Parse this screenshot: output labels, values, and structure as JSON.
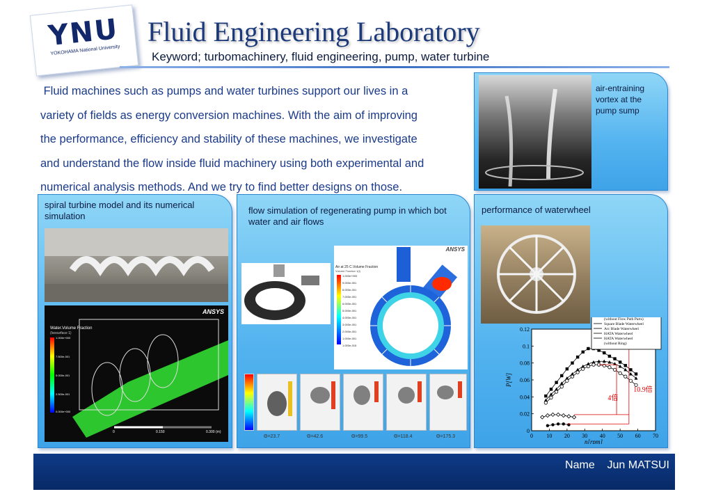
{
  "header": {
    "logo_text": "YNU",
    "logo_subtitle": "YOKOHAMA National University",
    "title": "Fluid Engineering Laboratory",
    "keywords": "Keyword;  turbomachinery, fluid engineering, pump, water turbine"
  },
  "intro": {
    "lines": [
      " Fluid machines such as pumps and water turbines support our lives in a",
      "variety of fields as energy conversion machines. With the aim of improving",
      "the performance, efficiency and stability of these machines, we investigate",
      "and understand the flow inside fluid machinery using both experimental and",
      "numerical analysis methods.  And we try to find better designs on those."
    ]
  },
  "panels": {
    "vortex": {
      "title": "air-entraining vortex at the pump sump"
    },
    "spiral": {
      "title": "spiral turbine model and its numerical simulation",
      "ansys": "ANSYS",
      "legend_title": "Water.Volume Fraction",
      "legend_sub": "(Isosurface 1)",
      "legend_values": [
        "1.000e+000",
        "7.500e-001",
        "5.000e-001",
        "2.500e-001",
        "0.000e+000"
      ],
      "scale_ticks": [
        "0",
        "0.150",
        "0.300"
      ],
      "scale_unit": "(m)"
    },
    "pump": {
      "title": "flow simulation of regenerating pump in which bot water and air  flows",
      "ansys": "ANSYS",
      "legend_title": "Air at 25 C.Volume Fraction",
      "legend_sub": "Volume Fraction 1(t)",
      "legend_values": [
        "1.000e+000",
        "9.000e-001",
        "8.000e-001",
        "7.000e-001",
        "6.000e-001",
        "5.000e-001",
        "4.000e-001",
        "3.000e-001",
        "2.000e-001",
        "1.000e-001",
        "1.000e-015"
      ],
      "theta_labels": [
        "Θ=23.7",
        "Θ=42.6",
        "Θ=99.5",
        "Θ=118.4",
        "Θ=175.3"
      ]
    },
    "waterwheel": {
      "title": "performance of waterwheel"
    }
  },
  "chart_data": {
    "type": "line",
    "title": "",
    "xlabel": "n[rpm]",
    "ylabel": "P[W]",
    "xlim": [
      0,
      70
    ],
    "ylim": [
      0,
      0.12
    ],
    "xticks": [
      0,
      10,
      20,
      30,
      40,
      50,
      60,
      70
    ],
    "yticks": [
      0,
      0.02,
      0.04,
      0.06,
      0.08,
      0.1,
      0.12
    ],
    "grid": false,
    "legend_position": "top-right",
    "series": [
      {
        "name": "Square Blade Waterwheel (without Flow Path Parts)",
        "marker": "filled-circle",
        "x": [
          9,
          12,
          15,
          18,
          21
        ],
        "y": [
          0.006,
          0.007,
          0.008,
          0.008,
          0.007
        ]
      },
      {
        "name": "Square Blade Waterwheel",
        "marker": "filled-triangle",
        "x": [
          8,
          11,
          14,
          17,
          20,
          23,
          26,
          29,
          32,
          35,
          38,
          41,
          44,
          47,
          50,
          53,
          56,
          59
        ],
        "y": [
          0.036,
          0.043,
          0.049,
          0.056,
          0.062,
          0.067,
          0.072,
          0.076,
          0.079,
          0.081,
          0.082,
          0.082,
          0.081,
          0.079,
          0.076,
          0.072,
          0.067,
          0.062
        ]
      },
      {
        "name": "Arc Blade Waterwheel",
        "marker": "filled-square",
        "x": [
          8,
          11,
          14,
          17,
          20,
          23,
          26,
          29,
          32,
          35,
          38,
          41,
          44,
          47,
          50,
          53,
          56,
          59
        ],
        "y": [
          0.041,
          0.049,
          0.057,
          0.065,
          0.073,
          0.08,
          0.087,
          0.093,
          0.097,
          0.097,
          0.095,
          0.092,
          0.088,
          0.085,
          0.081,
          0.077,
          0.072,
          0.067
        ]
      },
      {
        "name": "HATA Waterwheel",
        "marker": "open-circle",
        "x": [
          8,
          11,
          14,
          17,
          20,
          23,
          26,
          29,
          32,
          35,
          38,
          41,
          44,
          47,
          50,
          53,
          56,
          59
        ],
        "y": [
          0.033,
          0.039,
          0.046,
          0.052,
          0.059,
          0.064,
          0.069,
          0.073,
          0.076,
          0.078,
          0.078,
          0.077,
          0.075,
          0.072,
          0.068,
          0.064,
          0.059,
          0.054
        ]
      },
      {
        "name": "HATA Waterwheel (without Ring)",
        "marker": "open-diamond",
        "x": [
          6,
          9,
          12,
          15,
          18,
          21,
          24
        ],
        "y": [
          0.016,
          0.018,
          0.019,
          0.019,
          0.018,
          0.017,
          0.016
        ]
      }
    ],
    "annotations": [
      "4倍",
      "10.9倍"
    ]
  },
  "footer": {
    "label": "Name    Jun MATSUI"
  }
}
